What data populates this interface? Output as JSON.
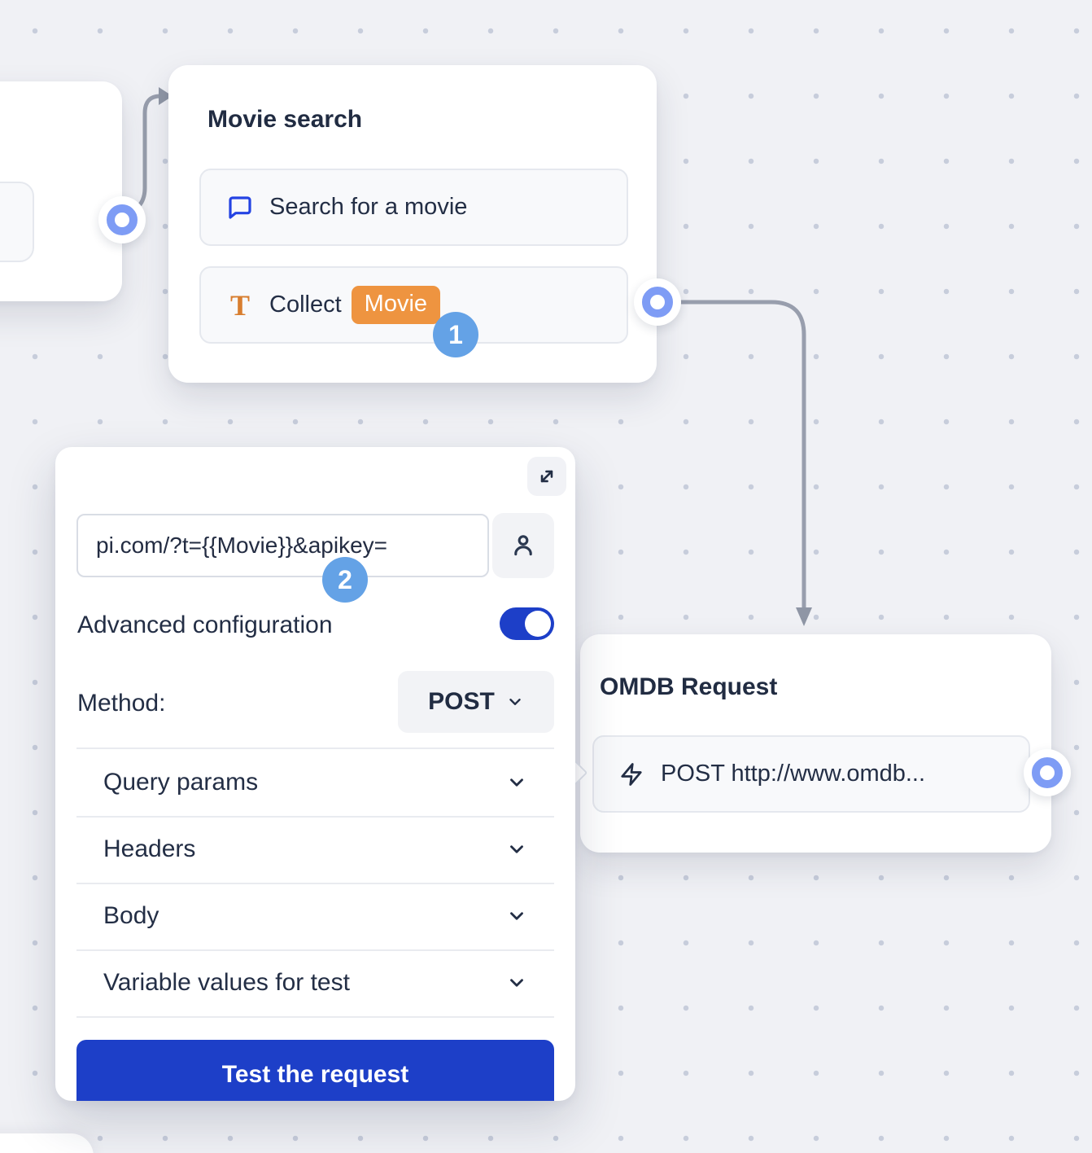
{
  "badges": {
    "step1": "1",
    "step2": "2"
  },
  "movie_node": {
    "title": "Movie search",
    "item1_label": "Search for a movie",
    "item2_label": "Collect",
    "item2_chip": "Movie",
    "text_icon_glyph": "T"
  },
  "omdb_node": {
    "title": "OMDB Request",
    "item_label": "POST http://www.omdb..."
  },
  "panel": {
    "url_value": "pi.com/?t={{Movie}}&apikey=",
    "advanced_label": "Advanced configuration",
    "method_label": "Method:",
    "method_value": "POST",
    "sections": [
      "Query params",
      "Headers",
      "Body",
      "Variable values for test"
    ],
    "test_button_label": "Test the request"
  },
  "colors": {
    "canvas_bg": "#F0F1F5",
    "dot_grid": "#C7CDDB",
    "accent_blue": "#1D3FC8",
    "chip_orange": "#EE9440",
    "badge_blue": "#64A2E6",
    "port_ring_blue": "#7E9CF5",
    "connector_gray": "#989EAD",
    "text_navy": "#232E45",
    "chat_icon_blue": "#2443E3",
    "t_icon_orange": "#D87E2F"
  }
}
